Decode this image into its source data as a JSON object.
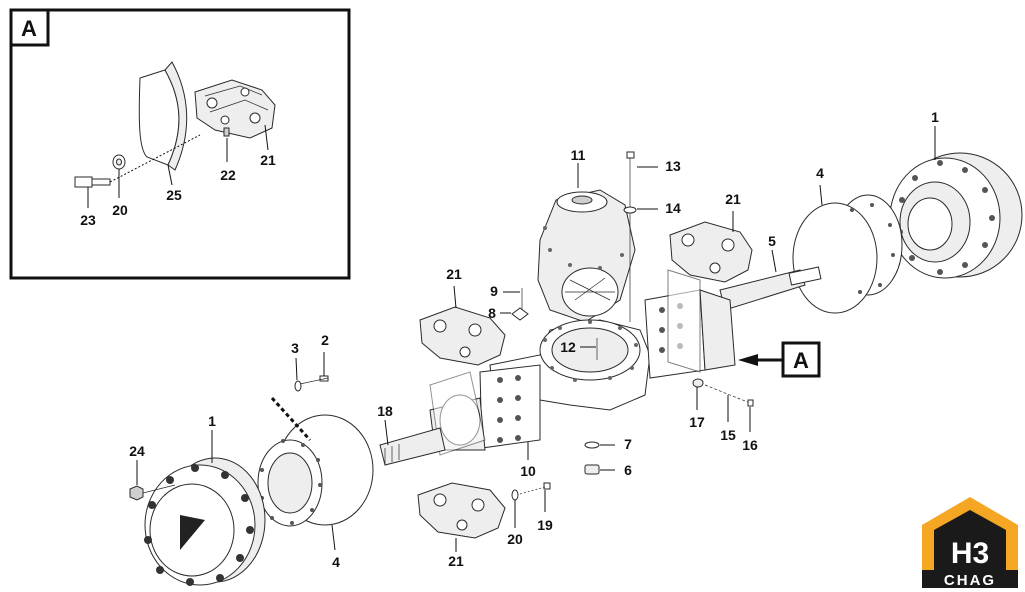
{
  "detail": {
    "label": "A"
  },
  "view_ref": {
    "label": "A"
  },
  "callouts": {
    "c1_right": "1",
    "c1_left": "1",
    "c2": "2",
    "c3": "3",
    "c4_right": "4",
    "c4_left": "4",
    "c5": "5",
    "c6": "6",
    "c7": "7",
    "c8": "8",
    "c9": "9",
    "c10": "10",
    "c11": "11",
    "c12": "12",
    "c13": "13",
    "c14": "14",
    "c15": "15",
    "c16": "16",
    "c17": "17",
    "c18": "18",
    "c19": "19",
    "c20_main": "20",
    "c20_detail": "20",
    "c21_detail": "21",
    "c21_top": "21",
    "c21_left": "21",
    "c21_bottom": "21",
    "c22": "22",
    "c23": "23",
    "c24": "24",
    "c25": "25"
  },
  "logo": {
    "monogram": "H3",
    "brand": "CHAG",
    "color": "#f5a623"
  }
}
